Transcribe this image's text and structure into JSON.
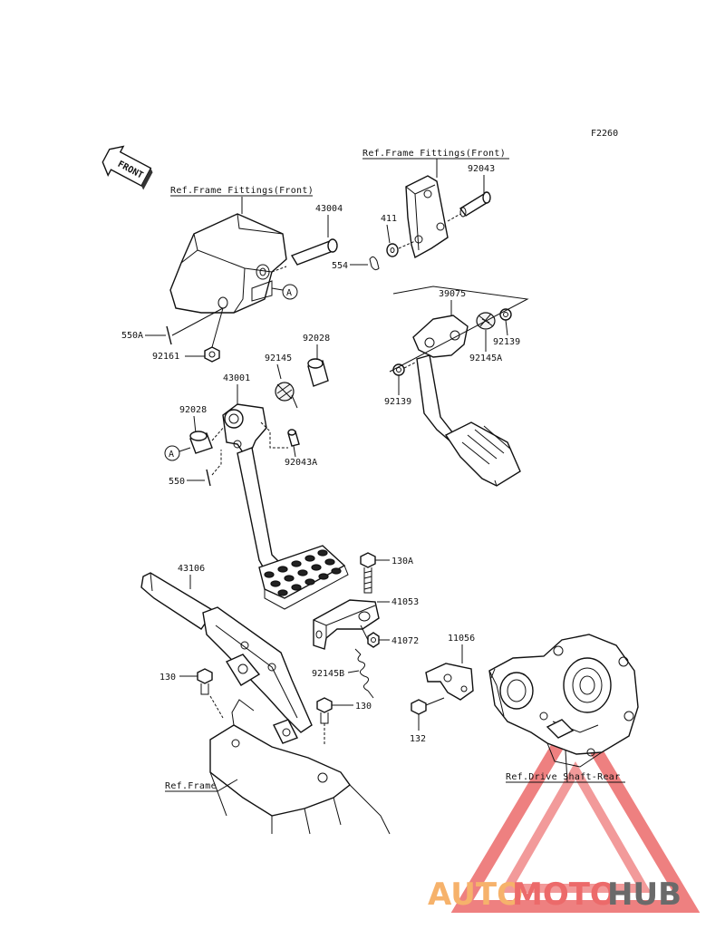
{
  "figure_code": "F2260",
  "front_label": "FRONT",
  "circle_marker": "A",
  "refs": {
    "frame_fittings_left": "Ref.Frame Fittings(Front)",
    "frame_fittings_right": "Ref.Frame Fittings(Front)",
    "frame": "Ref.Frame",
    "drive_shaft": "Ref.Drive Shaft-Rear"
  },
  "parts": {
    "p43004": "43004",
    "p554": "554",
    "p411": "411",
    "p92043": "92043",
    "p550A": "550A",
    "p92161": "92161",
    "p39075": "39075",
    "p92139a": "92139",
    "p92145A": "92145A",
    "p92139b": "92139",
    "p92028a": "92028",
    "p92145": "92145",
    "p43001": "43001",
    "p92028b": "92028",
    "p92043A": "92043A",
    "p550": "550",
    "p43106": "43106",
    "p130A": "130A",
    "p41053": "41053",
    "p41072": "41072",
    "p11056": "11056",
    "p130a": "130",
    "p92145B": "92145B",
    "p130b": "130",
    "p132": "132"
  },
  "watermark": {
    "part1": "AUTO",
    "part2": "MOTO",
    "part3": "HUB"
  },
  "colors": {
    "line": "#111111",
    "watermark_orange": "#f6b26b",
    "watermark_red": "#ec6a6a",
    "watermark_gray": "#6a6a6a"
  }
}
